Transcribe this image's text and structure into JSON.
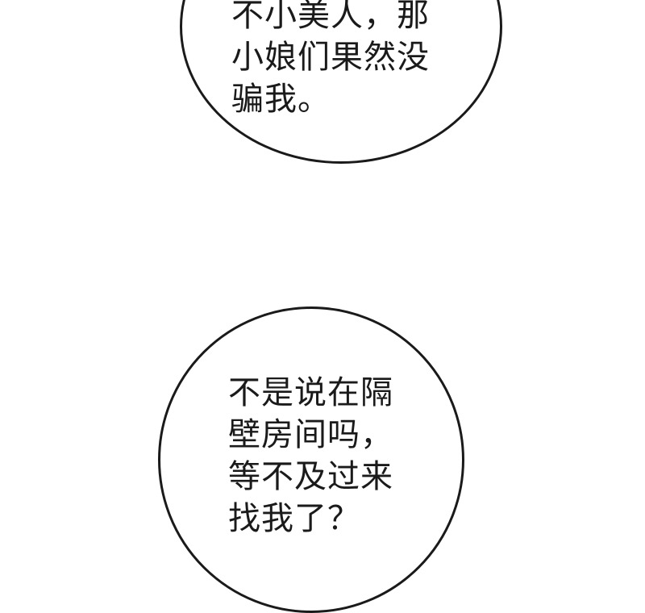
{
  "panels": [
    {
      "name": "top-speech-bubble",
      "lines": [
        "不小美人，那",
        "小娘们果然没",
        "骗我。"
      ]
    },
    {
      "name": "bottom-speech-bubble",
      "lines": [
        "不是说在隔",
        "壁房间吗，",
        "等不及过来",
        "找我了？"
      ]
    }
  ],
  "colors": {
    "background": "#ffffff",
    "ink": "#1a1a1a"
  }
}
